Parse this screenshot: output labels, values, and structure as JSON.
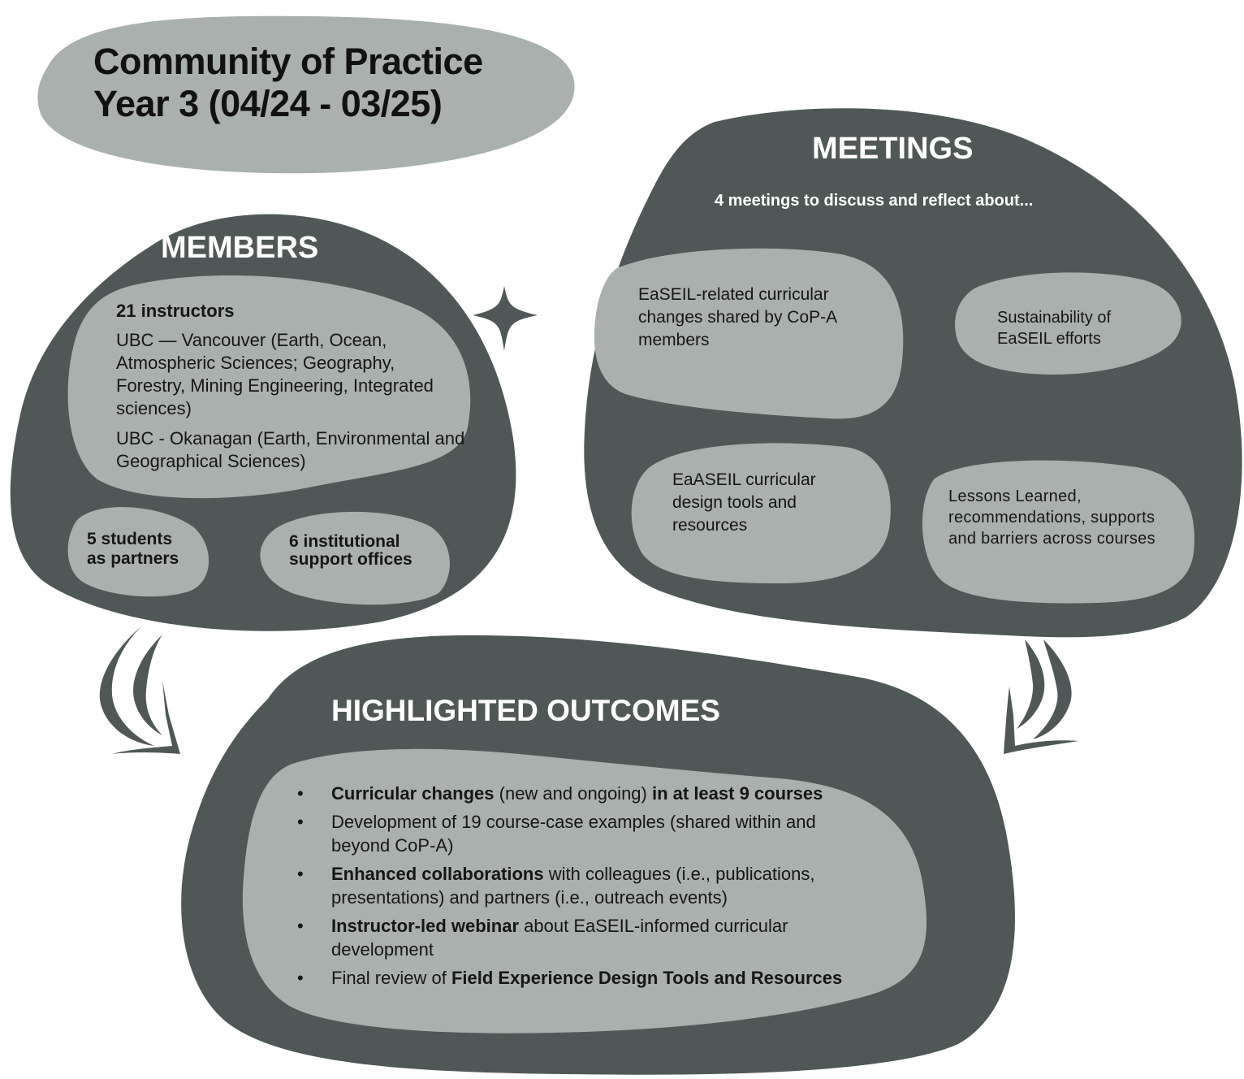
{
  "title": {
    "line1": "Community of Practice",
    "line2": "Year 3 (04/24 - 03/25)"
  },
  "colors": {
    "dark_blob": "#4f5856",
    "light_blob": "#a9b0ae",
    "heading_text": "#ffffff",
    "body_text": "#161616"
  },
  "members": {
    "heading": "MEMBERS",
    "instructors": {
      "title": "21 instructors",
      "vancouver": "UBC — Vancouver (Earth, Ocean, Atmospheric Sciences; Geography, Forestry, Mining Engineering, Integrated sciences)",
      "okanagan": "UBC - Okanagan (Earth, Environmental and Geographical Sciences)"
    },
    "students": {
      "line1": "5 students",
      "line2": "as partners"
    },
    "offices": {
      "line1": "6 institutional",
      "line2": "support offices"
    }
  },
  "meetings": {
    "heading": "MEETINGS",
    "subtitle": "4 meetings to discuss and reflect about...",
    "topics": [
      "EaSEIL-related curricular changes shared by CoP-A members",
      "Sustainability of EaSEIL efforts",
      "EaASEIL curricular design tools and resources",
      "Lessons Learned, recommendations, supports and barriers across courses"
    ]
  },
  "outcomes": {
    "heading": "HIGHLIGHTED OUTCOMES",
    "bullet": "•",
    "items": [
      {
        "bold1": "Curricular changes",
        "plain": " (new and ongoing) ",
        "bold2": "in at least 9 courses"
      },
      {
        "bold1": "",
        "plain": "Development of 19 course-case examples (shared within and beyond CoP-A)",
        "bold2": ""
      },
      {
        "bold1": "Enhanced collaborations",
        "plain": " with colleagues (i.e., publications, presentations) and partners (i.e., outreach events)",
        "bold2": ""
      },
      {
        "bold1": "Instructor-led webinar",
        "plain": " about EaSEIL-informed curricular development",
        "bold2": ""
      },
      {
        "bold1": "",
        "plain": "Final review of ",
        "bold2": "Field Experience Design Tools and Resources"
      }
    ]
  },
  "icons": {
    "sparkle": "four-point-star",
    "arrow_left": "curved-arrow-down-right",
    "arrow_right": "curved-arrow-down-left"
  }
}
